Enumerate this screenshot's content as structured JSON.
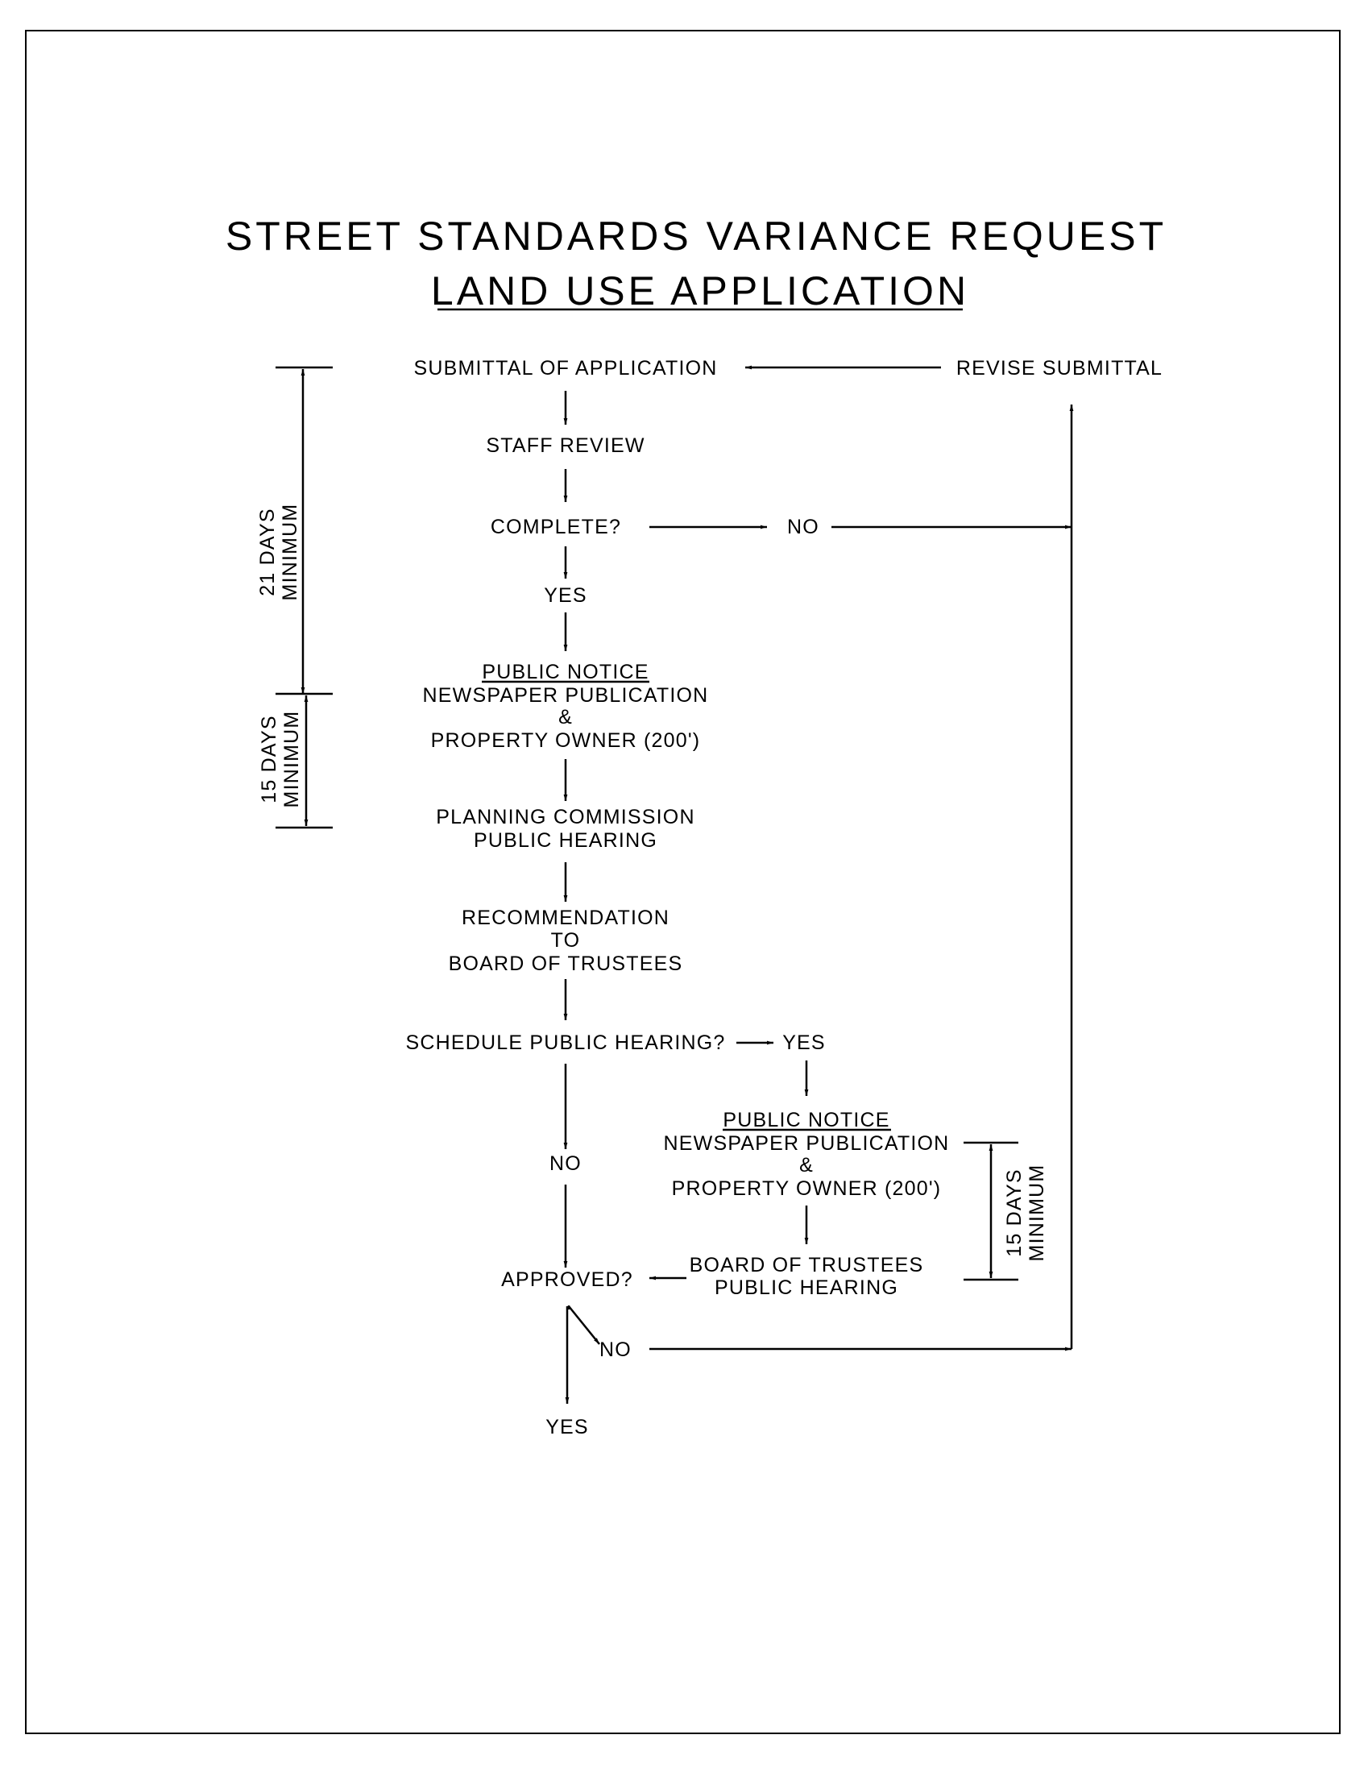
{
  "title": {
    "line1": "STREET STANDARDS VARIANCE REQUEST",
    "line2": "LAND USE APPLICATION"
  },
  "nodes": {
    "submittal": "SUBMITTAL OF APPLICATION",
    "revise": "REVISE SUBMITTAL",
    "staff_review": "STAFF REVIEW",
    "complete": "COMPLETE?",
    "complete_no": "NO",
    "complete_yes": "YES",
    "notice1": {
      "heading": "PUBLIC NOTICE",
      "line1": "NEWSPAPER PUBLICATION",
      "amp": "&",
      "line2": "PROPERTY OWNER (200')"
    },
    "planning": {
      "line1": "PLANNING COMMISSION",
      "line2": "PUBLIC HEARING"
    },
    "recommendation": {
      "line1": "RECOMMENDATION",
      "line2": "TO",
      "line3": "BOARD OF TRUSTEES"
    },
    "schedule": "SCHEDULE PUBLIC HEARING?",
    "schedule_yes": "YES",
    "schedule_no": "NO",
    "notice2": {
      "heading": "PUBLIC NOTICE",
      "line1": "NEWSPAPER PUBLICATION",
      "amp": "&",
      "line2": "PROPERTY OWNER (200')"
    },
    "board_hearing": {
      "line1": "BOARD OF TRUSTEES",
      "line2": "PUBLIC HEARING"
    },
    "approved": "APPROVED?",
    "approved_no": "NO",
    "approved_yes": "YES"
  },
  "dimensions": {
    "d21": {
      "line1": "21 DAYS",
      "line2": "MINIMUM"
    },
    "d15a": {
      "line1": "15 DAYS",
      "line2": "MINIMUM"
    },
    "d15b": {
      "line1": "15 DAYS",
      "line2": "MINIMUM"
    }
  }
}
